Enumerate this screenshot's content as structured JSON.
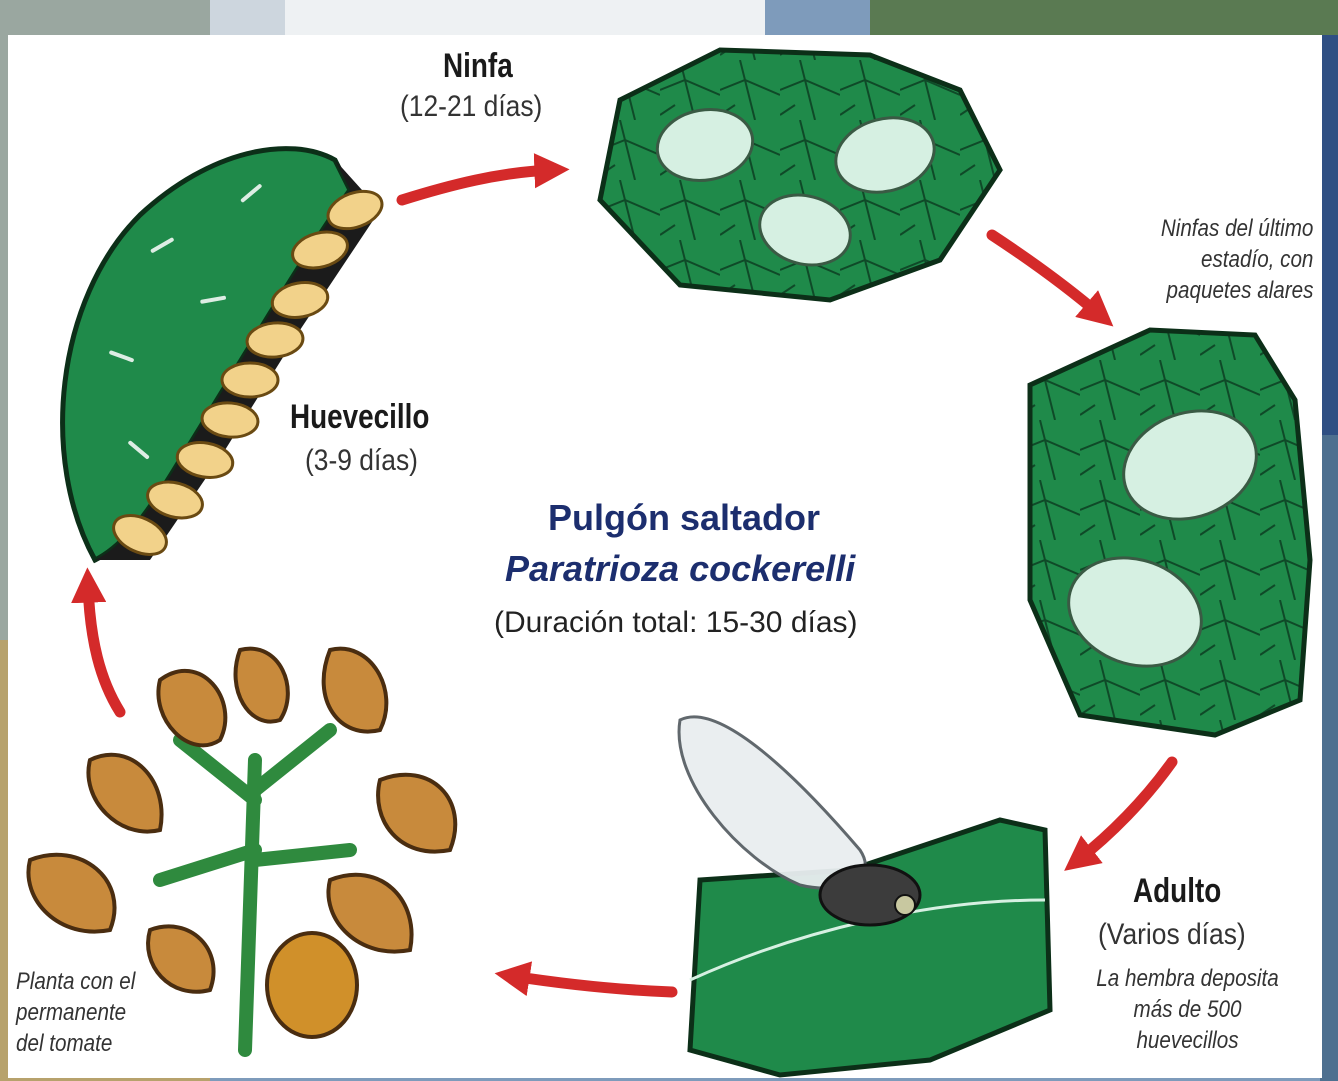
{
  "diagram": {
    "title": "Pulgón saltador",
    "species": "Paratrioza cockerelli",
    "total_duration": "(Duración total: 15-30 días)",
    "stages": {
      "egg": {
        "name": "Huevecillo",
        "duration": "(3-9 días)"
      },
      "nymph": {
        "name": "Ninfa",
        "duration": "(12-21 días)"
      },
      "late_nymph": {
        "note": [
          "Ninfas del último",
          "estadío, con",
          "paquetes alares"
        ]
      },
      "adult": {
        "name": "Adulto",
        "duration": "(Varios días)",
        "note": [
          "La hembra deposita",
          "más de 500",
          "huevecillos"
        ]
      },
      "plant": {
        "note": [
          "Planta con el",
          "permanente",
          "del tomate"
        ]
      }
    },
    "colors": {
      "leaf": "#1f8a4a",
      "arrow": "#d42a2a",
      "title": "#1c2e6e",
      "egg": "#f2d28a",
      "dry_leaf": "#c88a3c"
    }
  }
}
